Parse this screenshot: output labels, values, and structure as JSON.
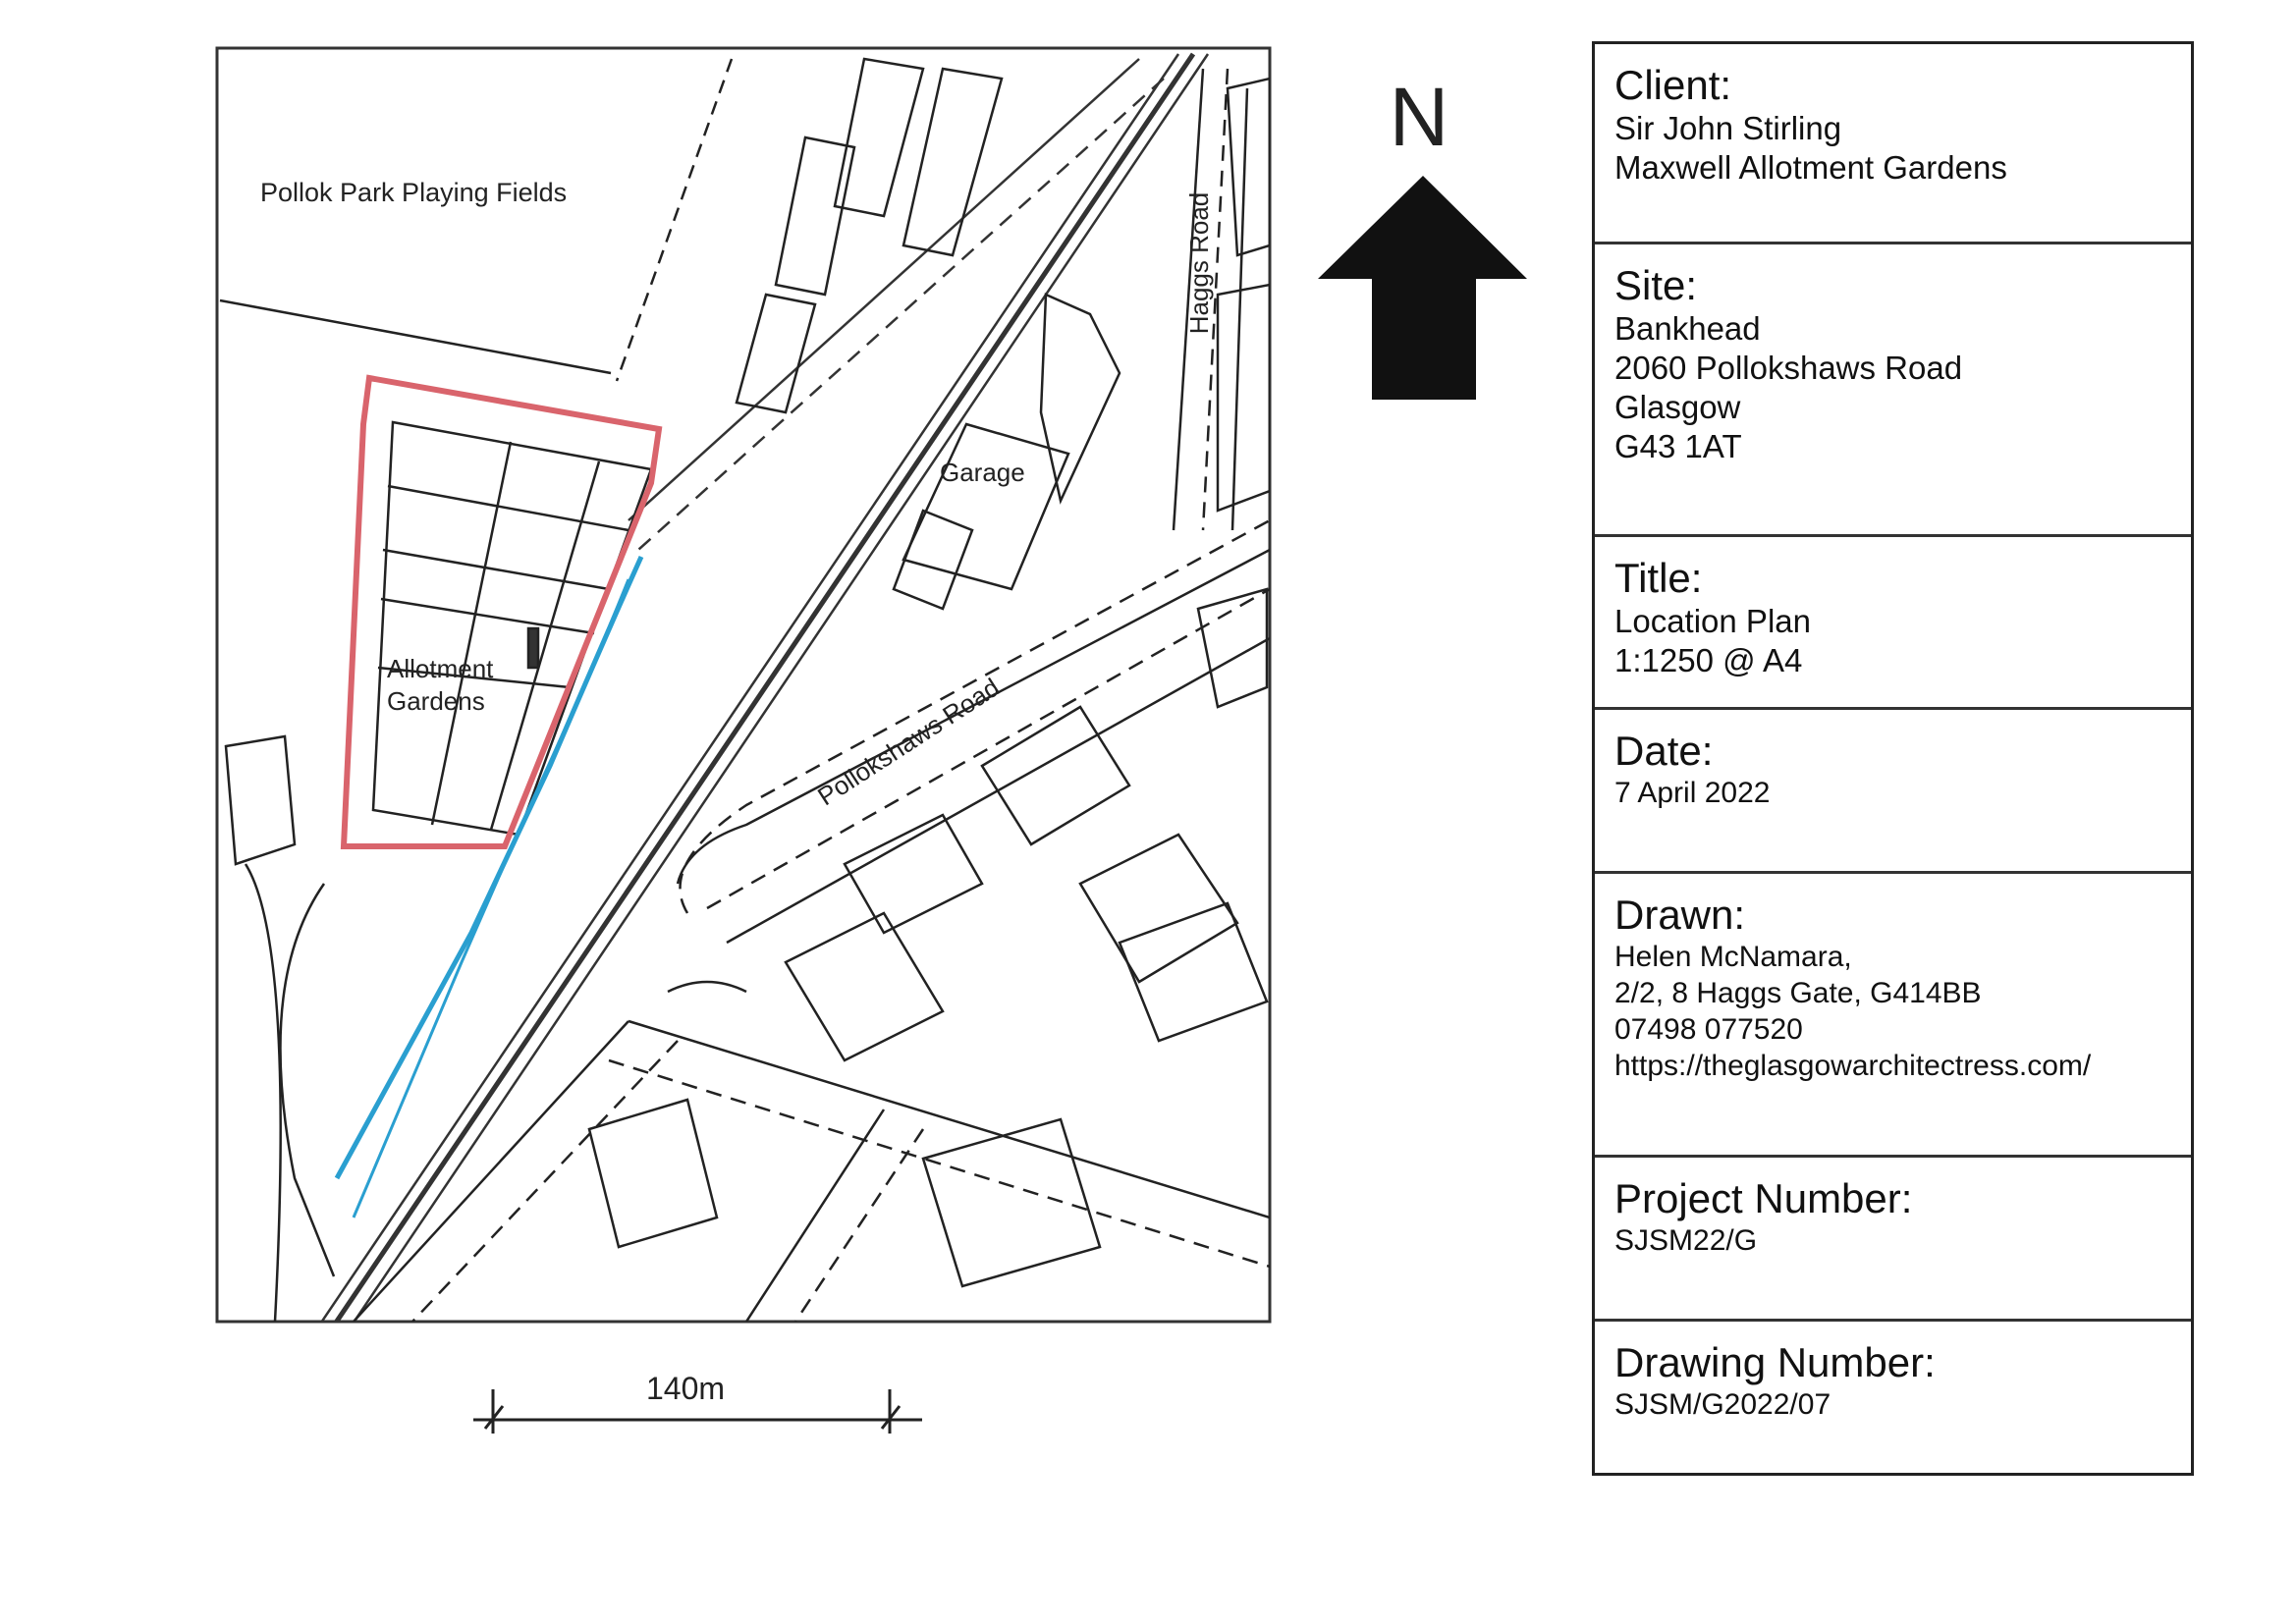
{
  "map": {
    "labels": {
      "playing_fields": "Pollok Park Playing Fields",
      "allotment_line1": "Allotment",
      "allotment_line2": "Gardens",
      "garage": "Garage",
      "pollokshaws_road": "Pollokshaws Road",
      "haggs_road": "Haggs Road"
    },
    "colors": {
      "site_boundary": "#d9646c",
      "watercourse": "#2a9fd0",
      "linework": "#222222"
    }
  },
  "north_arrow": {
    "label": "N"
  },
  "scale_bar": {
    "label": "140m"
  },
  "title_block": {
    "client": {
      "heading": "Client:",
      "lines": [
        "Sir John Stirling",
        "Maxwell Allotment Gardens"
      ]
    },
    "site": {
      "heading": "Site:",
      "lines": [
        "Bankhead",
        "2060 Pollokshaws Road",
        "Glasgow",
        "G43 1AT"
      ]
    },
    "title": {
      "heading": "Title:",
      "lines": [
        "Location Plan",
        "1:1250 @ A4"
      ]
    },
    "date": {
      "heading": "Date:",
      "lines": [
        "7 April 2022"
      ]
    },
    "drawn": {
      "heading": "Drawn:",
      "lines": [
        "Helen McNamara,",
        "2/2, 8 Haggs Gate, G414BB",
        "07498 077520",
        "https://theglasgowarchitectress.com/"
      ]
    },
    "project_number": {
      "heading": "Project Number:",
      "lines": [
        "SJSM22/G"
      ]
    },
    "drawing_number": {
      "heading": "Drawing Number:",
      "lines": [
        "SJSM/G2022/07"
      ]
    }
  }
}
